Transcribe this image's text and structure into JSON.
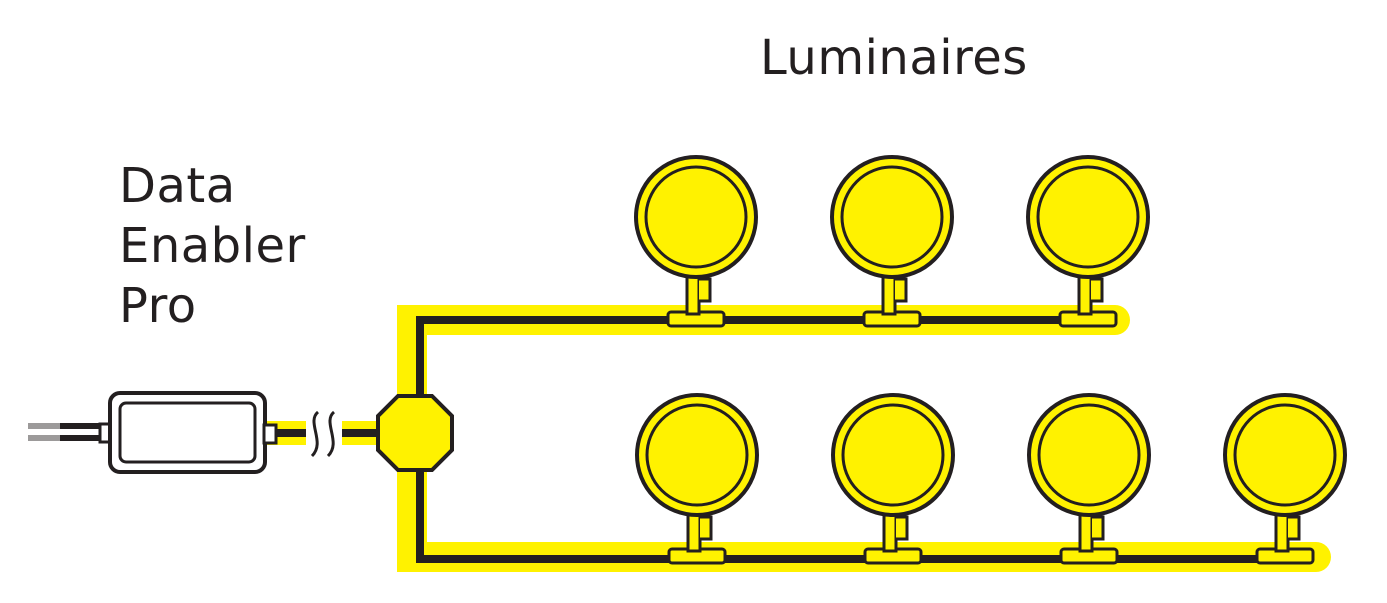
{
  "title": "Luminaires",
  "device_label": [
    "Data",
    "Enabler",
    "Pro"
  ],
  "colors": {
    "highlight": "#fff200",
    "cable": "#231f20",
    "outline": "#231f20",
    "lamp_fill": "#fff200",
    "device_fill": "#ffffff"
  },
  "icons": {
    "device": "junction-box-icon",
    "splitter": "octagon-splitter-icon",
    "luminaire": "spot-luminaire-icon",
    "break": "cable-break-icon"
  },
  "runs": [
    {
      "name": "upper-run",
      "luminaire_count": 3
    },
    {
      "name": "lower-run",
      "luminaire_count": 4
    }
  ]
}
